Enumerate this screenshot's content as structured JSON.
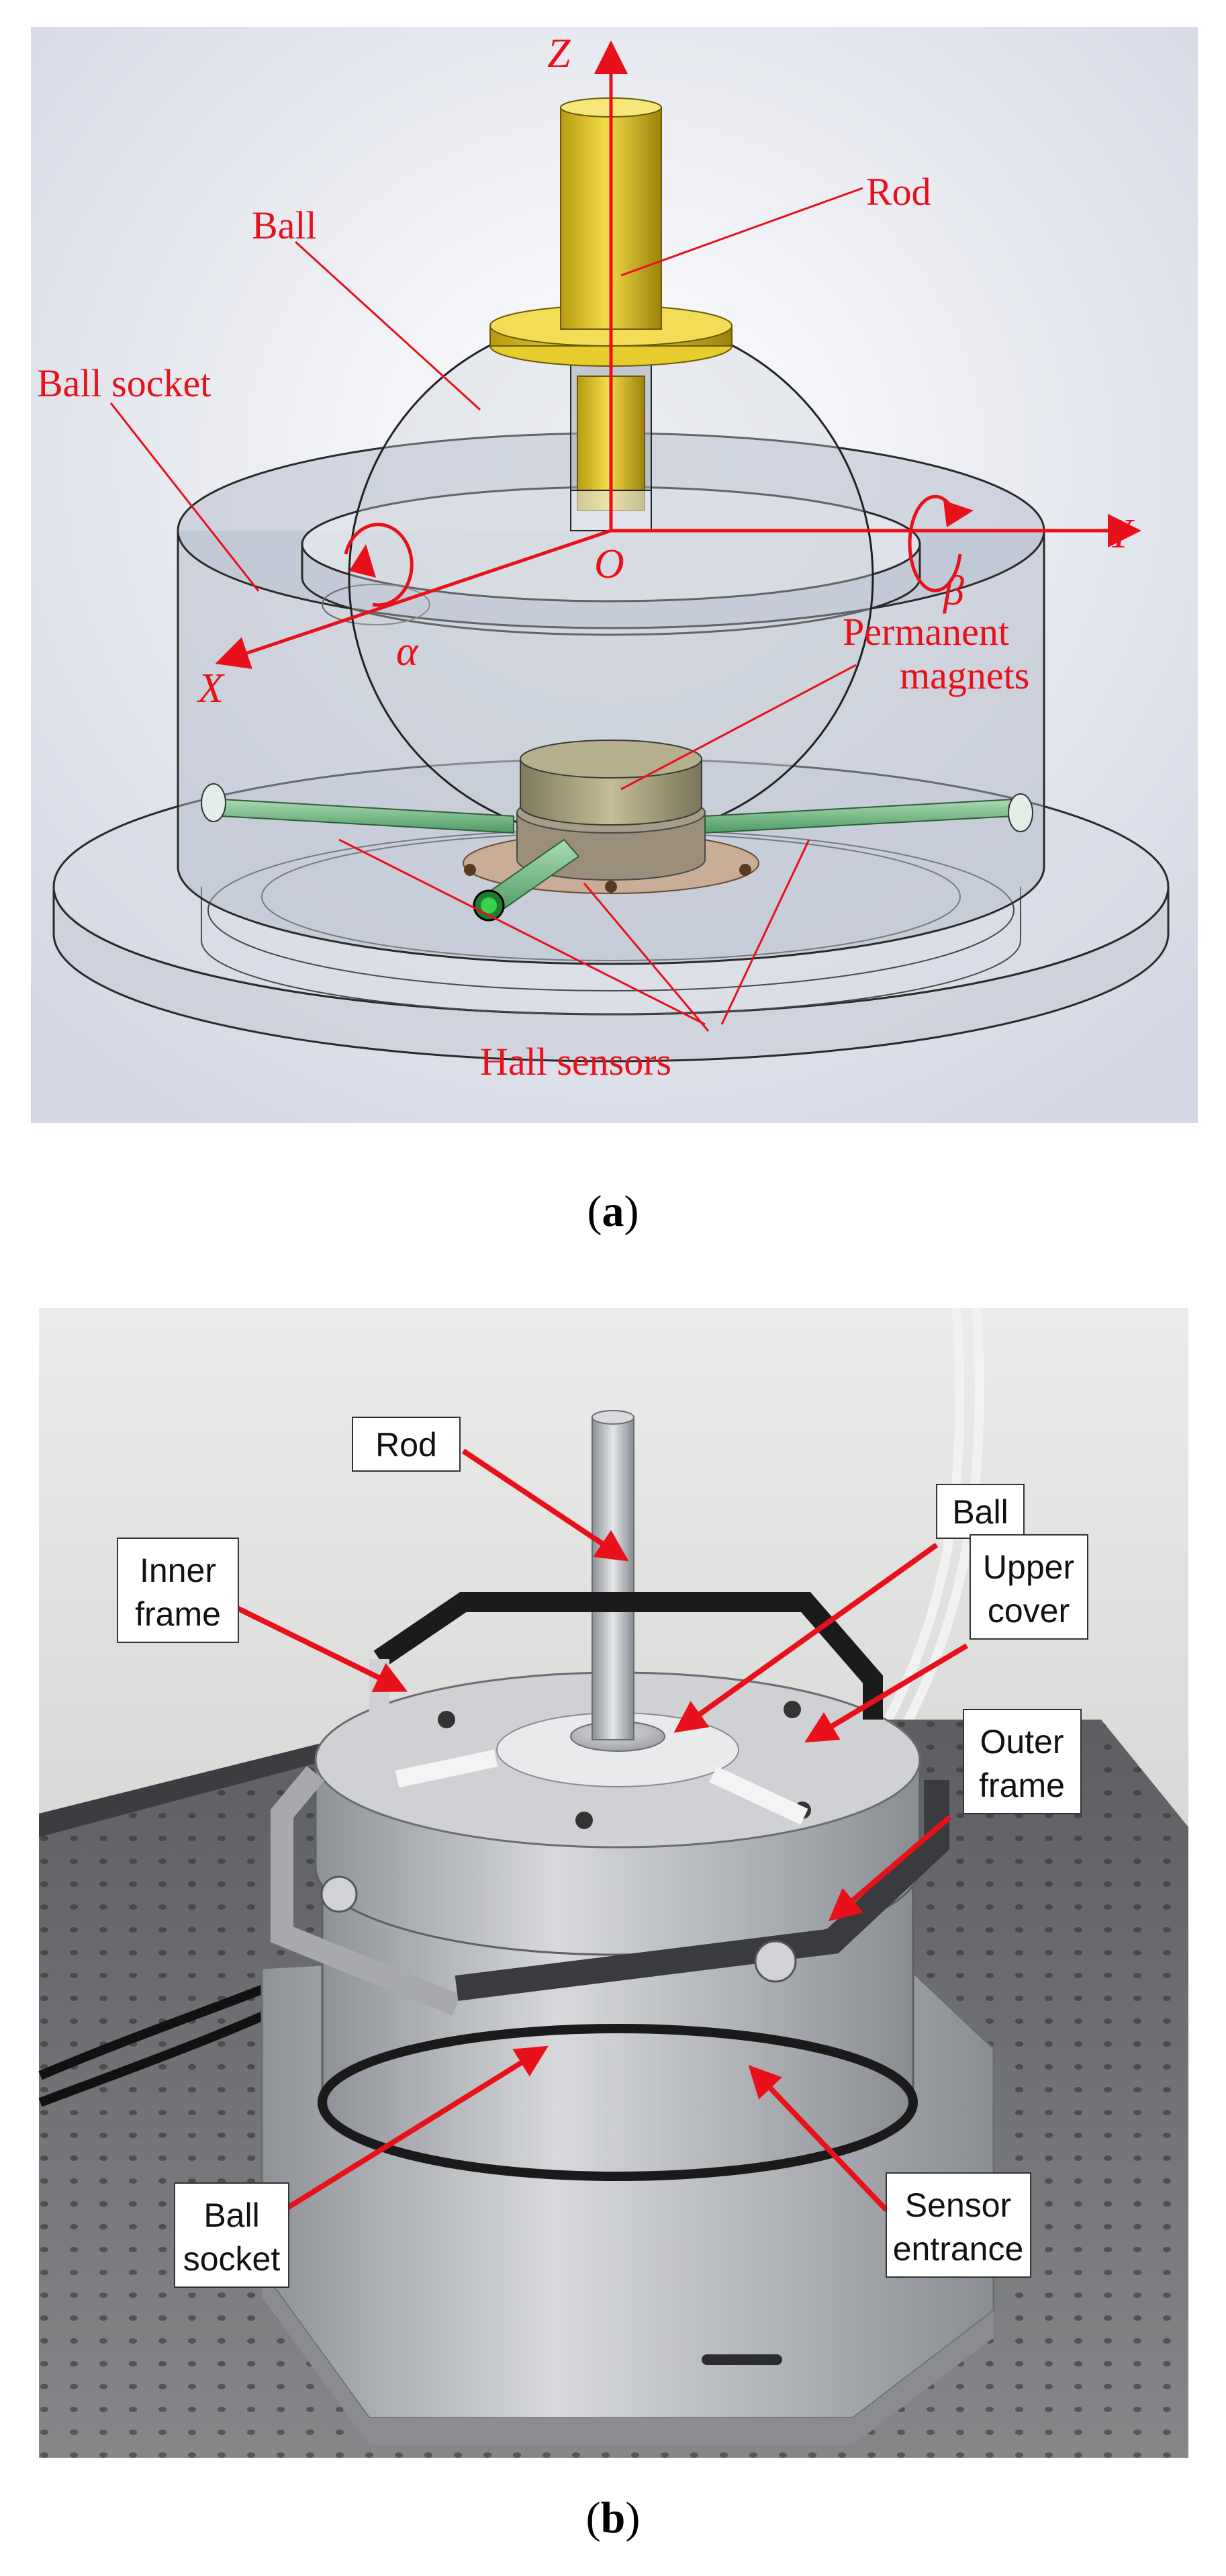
{
  "panel_a": {
    "caption_open": "(",
    "caption_letter": "a",
    "caption_close": ")",
    "labels": {
      "rod": "Rod",
      "ball": "Ball",
      "ball_socket": "Ball socket",
      "permanent_magnets_line1": "Permanent",
      "permanent_magnets_line2": "magnets",
      "hall_sensors": "Hall sensors"
    },
    "axes": {
      "z": "Z",
      "y": "Y",
      "x": "X",
      "origin": "O",
      "alpha": "α",
      "beta": "β"
    },
    "colors": {
      "annotation": "#e8111b",
      "rod": "#e2c21a",
      "sensor": "#7bbf8c",
      "magnet": "#a8a07a"
    }
  },
  "panel_b": {
    "caption_open": "(",
    "caption_letter": "b",
    "caption_close": ")",
    "labels": {
      "rod": "Rod",
      "ball": "Ball",
      "inner_frame_line1": "Inner",
      "inner_frame_line2": "frame",
      "upper_cover_line1": "Upper",
      "upper_cover_line2": "cover",
      "outer_frame_line1": "Outer",
      "outer_frame_line2": "frame",
      "ball_socket_line1": "Ball",
      "ball_socket_line2": "socket",
      "sensor_entrance_line1": "Sensor",
      "sensor_entrance_line2": "entrance"
    },
    "colors": {
      "arrow": "#e8111b",
      "metal": "#b9bcc1",
      "table": "#6d6f73"
    }
  }
}
